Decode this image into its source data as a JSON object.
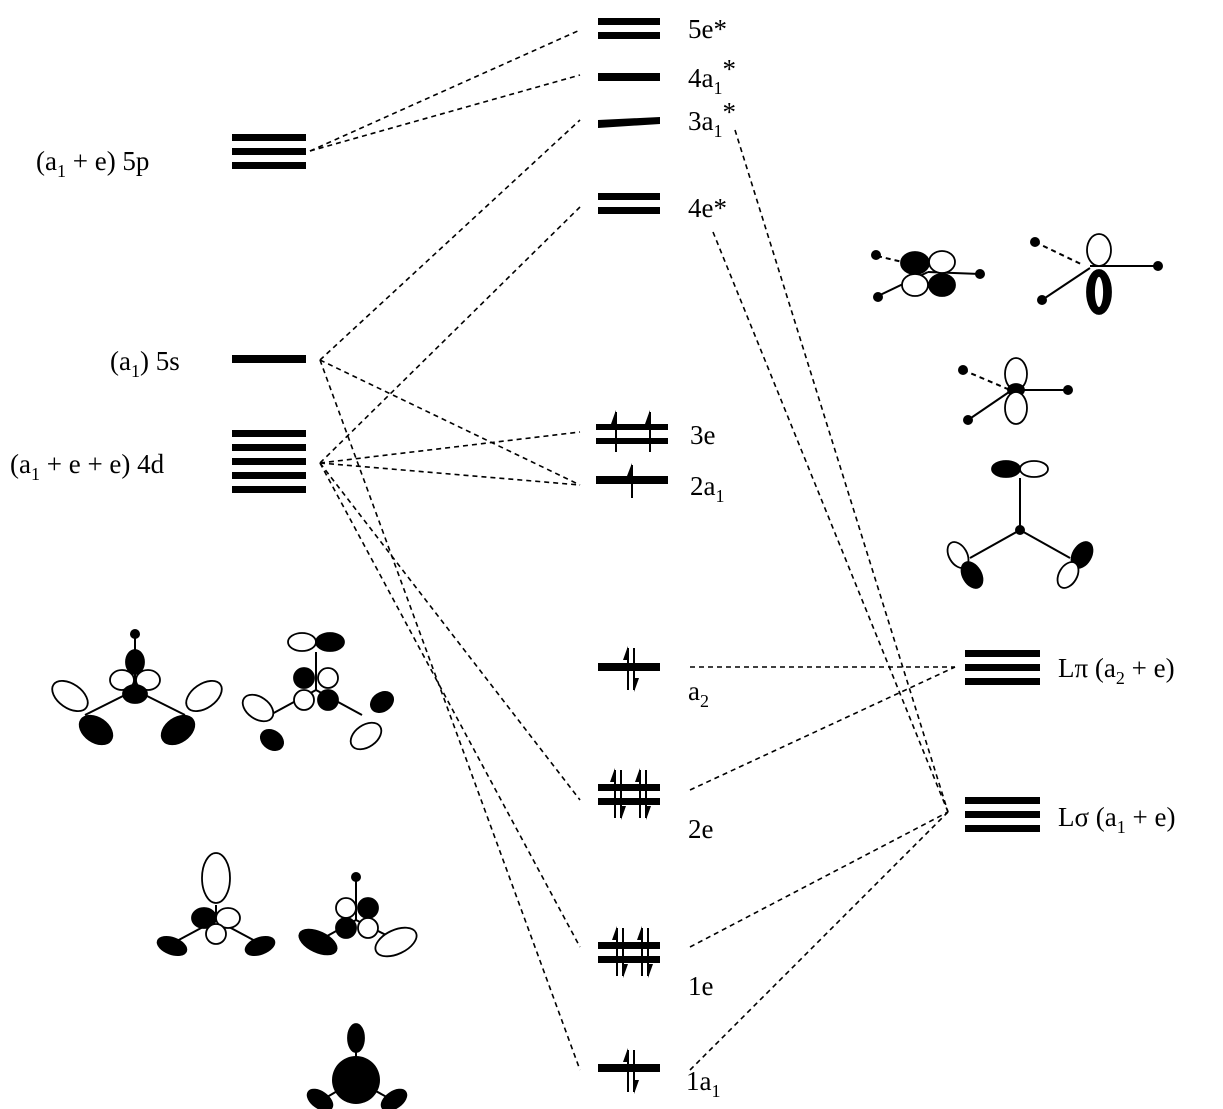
{
  "labels": {
    "l5p_pre": "(a",
    "l5p_sub": "1",
    "l5p_post": " + e)  5p",
    "l5s_pre": "(a",
    "l5s_sub": "1",
    "l5s_post": ")  5s",
    "l4d_pre": "(a",
    "l4d_sub": "1",
    "l4d_post": " + e + e)  4d",
    "m5e": "5e*",
    "m4a1_pre": "4a",
    "m4a1_sub": "1",
    "m4a1_post": "*",
    "m3a1_pre": "3a",
    "m3a1_sub": "1",
    "m3a1_post": "*",
    "m4e": "4e*",
    "m3e": "3e",
    "m2a1_pre": "2a",
    "m2a1_sub": "1",
    "ma2_pre": "a",
    "ma2_sub": "2",
    "m2e": "2e",
    "m1e": "1e",
    "m1a1_pre": "1a",
    "m1a1_sub": "1",
    "rLpi_pre": "Lπ  (a",
    "rLpi_sub": "2",
    "rLpi_post": " + e)",
    "rLsig_pre": "Lσ  (a",
    "rLsig_sub": "1",
    "rLsig_post": " + e)"
  }
}
